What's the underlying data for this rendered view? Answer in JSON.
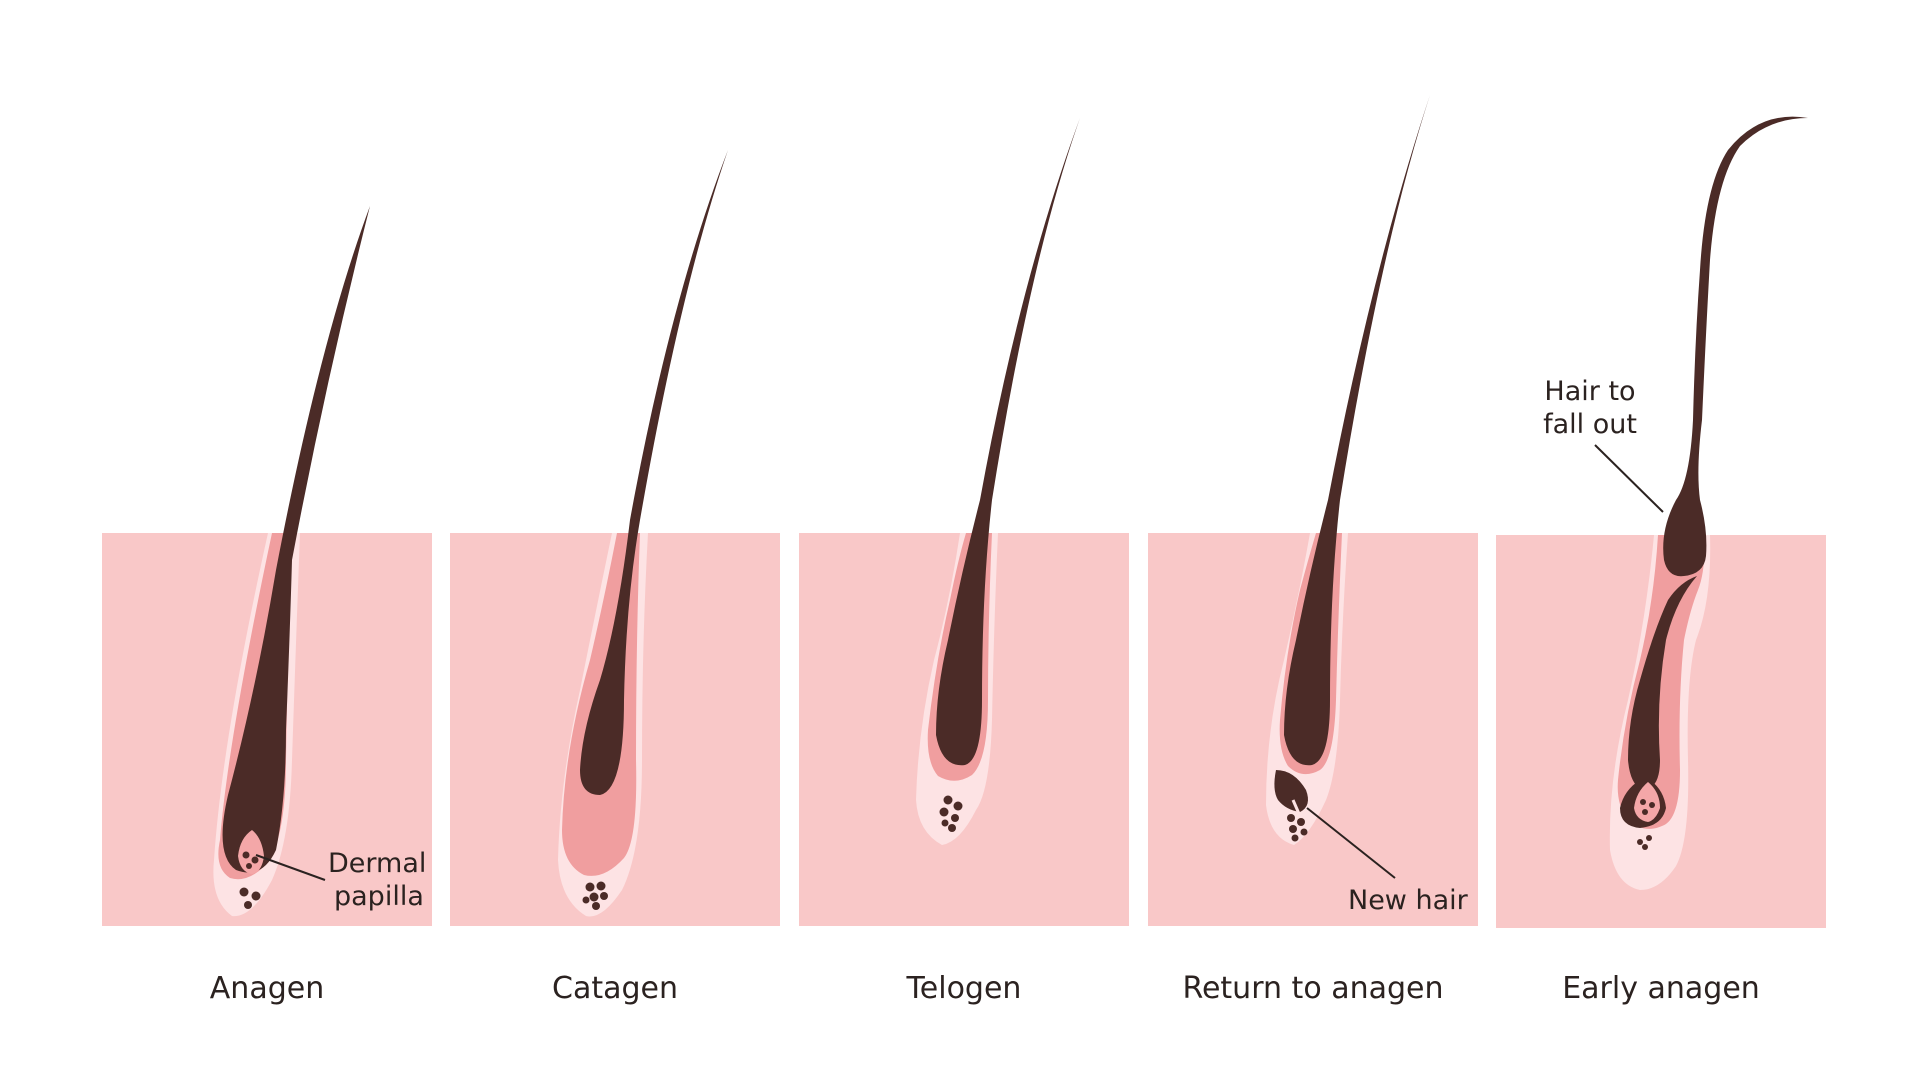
{
  "stages": [
    {
      "label": "Anagen"
    },
    {
      "label": "Catagen"
    },
    {
      "label": "Telogen"
    },
    {
      "label": "Return to anagen"
    },
    {
      "label": "Early anagen"
    }
  ],
  "annotations": {
    "dermal_papilla": {
      "line1": "Dermal",
      "line2": "papilla"
    },
    "new_hair": {
      "text": "New hair"
    },
    "hair_to_fall_out": {
      "line1": "Hair to",
      "line2": "fall out"
    }
  },
  "colors": {
    "skin": "#f9c8c8",
    "sheath_light": "#fde3e4",
    "sheath_mid": "#f09e9f",
    "hair": "#4b2b27",
    "papilla": "#f4a7a8"
  }
}
